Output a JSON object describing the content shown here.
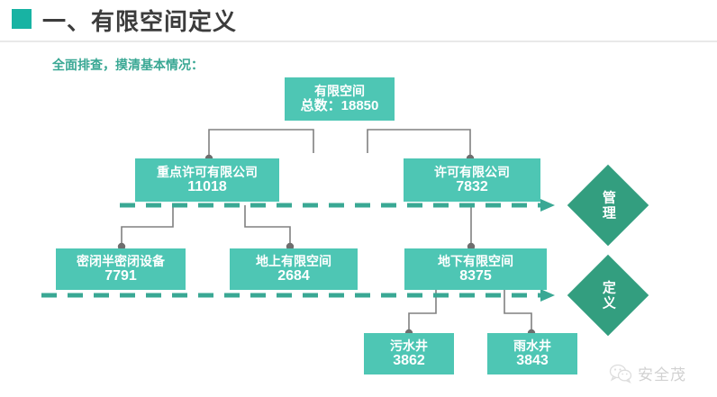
{
  "header": {
    "bullet_color": "#18b3a3",
    "title": "一、有限空间定义"
  },
  "subtitle": "全面排查，摸清基本情况：",
  "colors": {
    "node_fill": "#4ec6b4",
    "diamond_fill": "#339e7f",
    "dashed_line": "#3aa894",
    "connector_line": "#808080",
    "title_text": "#3c3c3c",
    "subtitle_text": "#3aa894"
  },
  "diagram": {
    "type": "org-tree",
    "root": {
      "id": "root",
      "label": "有限空间",
      "value": "总数：18850",
      "number": 18850
    },
    "level2": [
      {
        "id": "key-licensed",
        "label": "重点许可有限公司",
        "value": "11018",
        "number": 11018
      },
      {
        "id": "licensed",
        "label": "许可有限公司",
        "value": "7832",
        "number": 7832
      }
    ],
    "level3": [
      {
        "id": "enclosed-equipment",
        "label": "密闭半密闭设备",
        "value": "7791",
        "number": 7791
      },
      {
        "id": "above-ground",
        "label": "地上有限空间",
        "value": "2684",
        "number": 2684
      },
      {
        "id": "below-ground",
        "label": "地下有限空间",
        "value": "8375",
        "number": 8375
      }
    ],
    "level4": [
      {
        "id": "sewage-well",
        "label": "污水井",
        "value": "3862",
        "number": 3862
      },
      {
        "id": "rain-well",
        "label": "雨水井",
        "value": "3843",
        "number": 3843
      }
    ],
    "diamonds": [
      {
        "id": "management",
        "text": "管理"
      },
      {
        "id": "definition",
        "text": "定义"
      }
    ]
  },
  "watermark": {
    "icon": "wechat-icon",
    "text": "安全茂"
  }
}
